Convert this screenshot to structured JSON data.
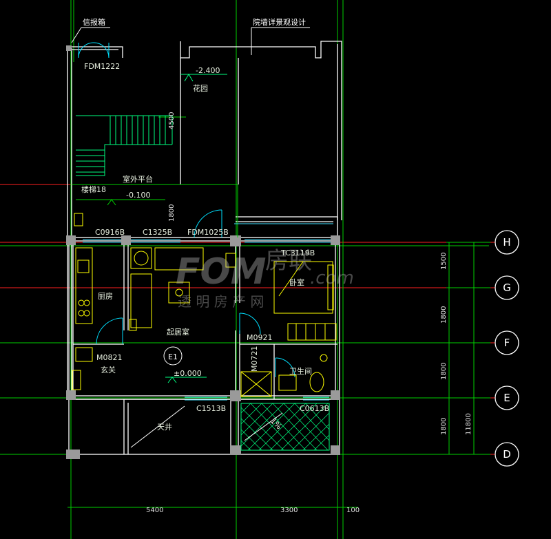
{
  "title_annotation": "院墙详景观设计",
  "room_labels": {
    "mailbox": "信报箱",
    "garden": "花园",
    "outdoor_platform": "室外平台",
    "stair": "楼梯18",
    "kitchen": "厨房",
    "living_room": "起居室",
    "entrance": "玄关",
    "bedroom": "卧室",
    "bathroom": "卫生间",
    "light_well": "天井",
    "room_tag": "E1"
  },
  "door_window_codes": {
    "fdm1222": "FDM1222",
    "c0916b": "C0916B",
    "c1325b": "C1325B",
    "fdm1025b": "FDM1025B",
    "tc3119b": "TC3119B",
    "m0921": "M0921",
    "m0821": "M0821",
    "m0721": "M0721",
    "c1513b": "C1513B",
    "c0613b": "C0613B"
  },
  "elevations": {
    "garden": "-2.400",
    "platform": "-0.100",
    "floor": "±0.000"
  },
  "slope_label": "1%",
  "dimensions": {
    "stair_run": "4500",
    "platform_depth": "1800",
    "width_left": "5400",
    "width_right": "3300",
    "width_edge": "100",
    "row_h_g": "1500",
    "row_g_f": "1800",
    "row_f_e": "1800",
    "row_e_d": "1800",
    "total": "11800"
  },
  "axis_labels": [
    "H",
    "G",
    "F",
    "E",
    "D"
  ],
  "watermark": {
    "brand": "FOM",
    "brand_cn": "房联",
    "sub": ".com",
    "sub_cn": "透 明 房 产 网"
  },
  "colors": {
    "wall": "#ffffff",
    "axis": "#ff2020",
    "dimension": "#00e000",
    "furniture": "#ffff00",
    "window": "#40e0ff",
    "hatch": "#00ff80"
  }
}
